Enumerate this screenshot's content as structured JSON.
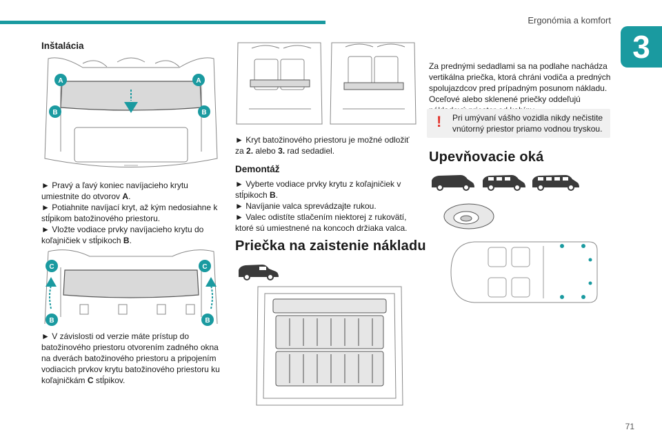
{
  "header": {
    "title": "Ergonómia a komfort",
    "chapter": "3",
    "page_number": "71"
  },
  "colors": {
    "accent": "#1a9aa0",
    "warning": "#e2312a",
    "marker": "#1a9aa0"
  },
  "col1": {
    "heading": "Inštalácia",
    "fig1_labels": {
      "a": "A",
      "b": "B"
    },
    "steps1": [
      {
        "arrow": "►",
        "before": "Pravý a ľavý koniec navíjacieho krytu umiestnite do otvorov ",
        "bold": "A",
        "after": "."
      },
      {
        "arrow": "►",
        "before": "Potiahnite navíjací kryt, až kým nedosiahne k stĺpikom batožinového priestoru.",
        "bold": "",
        "after": ""
      },
      {
        "arrow": "►",
        "before": "Vložte vodiace prvky navíjacieho krytu do koľajničiek v stĺpikoch ",
        "bold": "B",
        "after": "."
      }
    ],
    "fig2_labels": {
      "c": "C",
      "b": "B"
    },
    "steps2": [
      {
        "arrow": "►",
        "before": "V závislosti od verzie máte prístup do batožinového priestoru otvorením zadného okna na dverách batožinového priestoru a pripojením vodiacich prvkov krytu batožinového priestoru ku koľajničkám ",
        "bold": "C",
        "after": " stĺpikov."
      }
    ]
  },
  "col2": {
    "stow": {
      "arrow": "►",
      "t1": "Kryt batožinového priestoru je možné odložiť za ",
      "b1": "2.",
      "t2": " alebo ",
      "b2": "3.",
      "t3": " rad sedadiel."
    },
    "removal_heading": "Demontáž",
    "removal_steps": [
      {
        "arrow": "►",
        "before": "Vyberte vodiace prvky krytu z koľajničiek v stĺpikoch ",
        "bold": "B",
        "after": "."
      },
      {
        "arrow": "►",
        "before": "Navíjanie valca sprevádzajte rukou.",
        "bold": "",
        "after": ""
      },
      {
        "arrow": "►",
        "before": "Valec odistíte stlačením niektorej z rukovätí, ktoré sú umiestnené na koncoch držiaka valca.",
        "bold": "",
        "after": ""
      }
    ],
    "partition_heading": "Priečka na zaistenie nákladu"
  },
  "col3": {
    "para1": "Za prednými sedadlami sa na podlahe nachádza vertikálna priečka, ktorá chráni vodiča a predných spolujazdcov pred prípadným posunom nákladu.",
    "para2": "Oceľové alebo sklenené priečky oddeľujú nákladový priestor od kabíny.",
    "warning_mark": "!",
    "warning": "Pri umývaní vášho vozidla nikdy nečistite vnútorný priestor priamo vodnou tryskou.",
    "anchors_heading": "Upevňovacie oká"
  }
}
